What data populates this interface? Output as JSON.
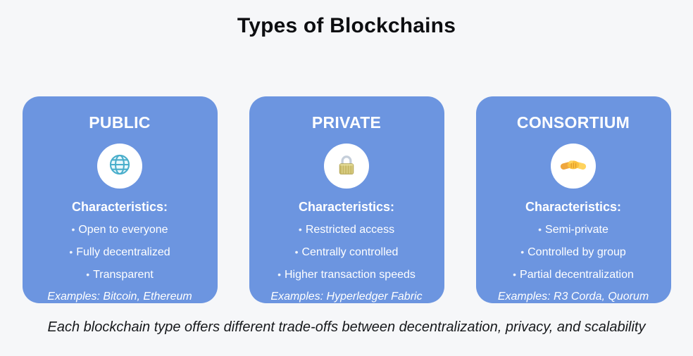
{
  "page": {
    "title": "Types of Blockchains",
    "footer": "Each blockchain type offers different trade-offs between decentralization, privacy, and scalability"
  },
  "bullet_char": "•",
  "colors": {
    "background": "#F6F7F9",
    "card_blue": "#6C95E0",
    "card_text": "#FFFFFF",
    "title_text": "#0D0E11",
    "footer_text": "#17191C",
    "globe_teal": "#49AECB",
    "lock_gold": "#C8BA68",
    "lock_shackle": "#C5CEDA",
    "handshake_yellow": "#FFCC4D",
    "handshake_dark_yellow": "#EFA73E"
  },
  "cards": [
    {
      "title": "PUBLIC",
      "icon": "globe-icon",
      "characteristics_label": "Characteristics:",
      "items": [
        "Open to everyone",
        "Fully decentralized",
        "Transparent"
      ],
      "examples": "Examples: Bitcoin, Ethereum"
    },
    {
      "title": "PRIVATE",
      "icon": "lock-icon",
      "characteristics_label": "Characteristics:",
      "items": [
        "Restricted access",
        "Centrally controlled",
        "Higher transaction speeds"
      ],
      "examples": "Examples: Hyperledger Fabric"
    },
    {
      "title": "CONSORTIUM",
      "icon": "handshake-icon",
      "characteristics_label": "Characteristics:",
      "items": [
        "Semi-private",
        "Controlled by group",
        "Partial decentralization"
      ],
      "examples": "Examples: R3 Corda, Quorum"
    }
  ]
}
